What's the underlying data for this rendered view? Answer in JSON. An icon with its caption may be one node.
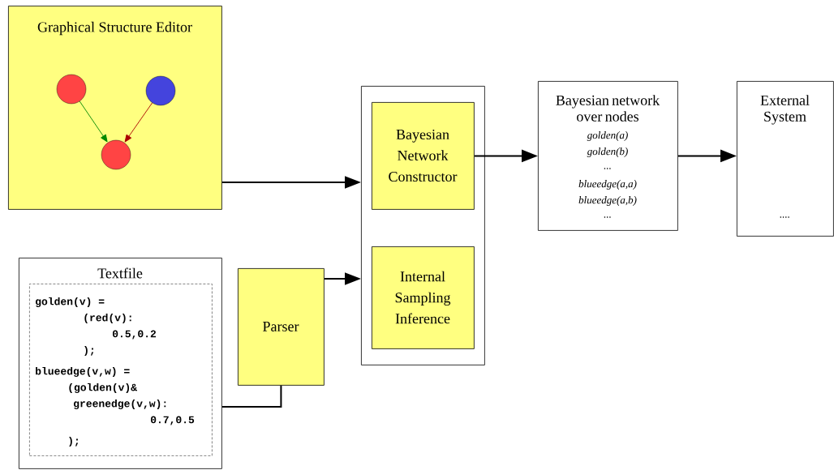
{
  "diagram": {
    "nodes": [
      {
        "text": [
          "Graphical Structure Editor"
        ]
      },
      {
        "text": [],
        "shape": "circle",
        "in": 0
      },
      {
        "text": [],
        "shape": "circle",
        "in": 0
      },
      {
        "text": [],
        "shape": "circle",
        "in": 0
      },
      {
        "text": [
          "Textfile"
        ]
      },
      {
        "text": [
          "golden(v) =",
          "(red(v):",
          "0.5,0.2",
          ");",
          "blueedge(v,w) =",
          "(golden(v)&",
          "greenedge(v,w):",
          "0.7,0.5",
          ");"
        ],
        "in": 4
      },
      {
        "text": [
          "Parser"
        ]
      },
      {
        "text": [],
        "shape": "box"
      },
      {
        "text": [
          "Bayesian Network Constructor"
        ],
        "in": 7
      },
      {
        "text": [
          "Internal Sampling Inference"
        ],
        "in": 7
      },
      {
        "text": [
          "Bayesian network over nodes",
          "golden(a)",
          "golden(b)",
          "...",
          "blueedge(a,a)",
          "blueedge(a,b)",
          "..."
        ]
      },
      {
        "text": [
          "External System",
          "...."
        ]
      }
    ],
    "edges": [
      {
        "from": 1,
        "to": 3,
        "arrow": "to",
        "color": "#008800"
      },
      {
        "from": 2,
        "to": 3,
        "arrow": "to",
        "color": "#aa0000"
      },
      {
        "from": 0,
        "to": 7,
        "arrow": "to"
      },
      {
        "from": 4,
        "to": 6,
        "arrow": "none"
      },
      {
        "from": 6,
        "to": 7,
        "arrow": "to"
      },
      {
        "from": 8,
        "to": 10,
        "arrow": "to"
      },
      {
        "from": 10,
        "to": 11,
        "arrow": "to"
      }
    ]
  }
}
